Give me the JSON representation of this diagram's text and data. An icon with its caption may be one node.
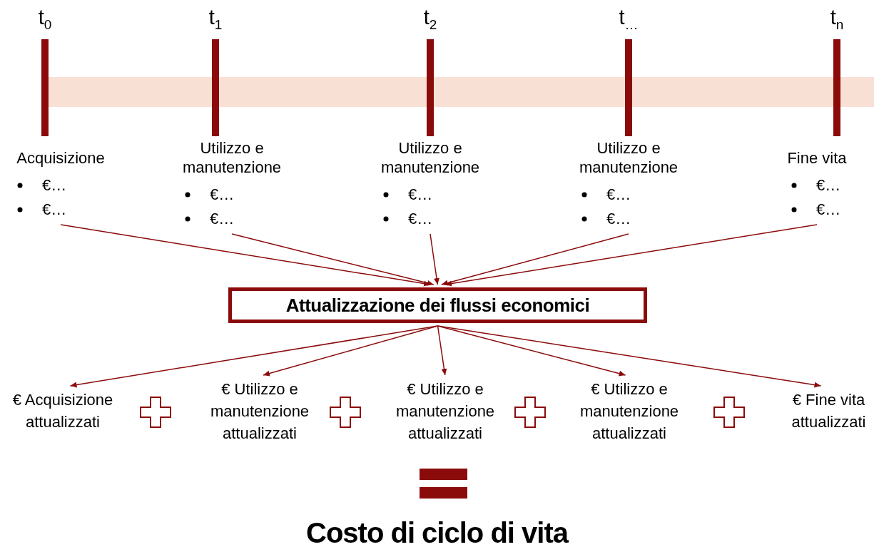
{
  "diagram": {
    "caption": "Costo di ciclo di vita",
    "nodes": [
      {
        "text": [
          "Acquisizione",
          "€…",
          "€…"
        ]
      },
      {
        "text": [
          "Utilizzo e manutenzione",
          "€…",
          "€…"
        ]
      },
      {
        "text": [
          "Utilizzo e manutenzione",
          "€…",
          "€…"
        ]
      },
      {
        "text": [
          "Utilizzo e manutenzione",
          "€…",
          "€…"
        ]
      },
      {
        "text": [
          "Fine vita",
          "€…",
          "€…"
        ]
      },
      {
        "text": [
          "Attualizzazione dei flussi economici"
        ]
      },
      {
        "text": [
          "€ Acquisizione attualizzati"
        ]
      },
      {
        "text": [
          "€ Utilizzo e manutenzione attualizzati"
        ]
      },
      {
        "text": [
          "€ Utilizzo e manutenzione attualizzati"
        ]
      },
      {
        "text": [
          "€ Utilizzo e manutenzione attualizzati"
        ]
      },
      {
        "text": [
          "€ Fine vita attualizzati"
        ]
      }
    ],
    "edges": [
      {
        "from": 0,
        "to": 5,
        "arrow": "to"
      },
      {
        "from": 1,
        "to": 5,
        "arrow": "to"
      },
      {
        "from": 2,
        "to": 5,
        "arrow": "to"
      },
      {
        "from": 3,
        "to": 5,
        "arrow": "to"
      },
      {
        "from": 4,
        "to": 5,
        "arrow": "to"
      },
      {
        "from": 5,
        "to": 6,
        "arrow": "to"
      },
      {
        "from": 5,
        "to": 7,
        "arrow": "to"
      },
      {
        "from": 5,
        "to": 8,
        "arrow": "to"
      },
      {
        "from": 5,
        "to": 9,
        "arrow": "to"
      },
      {
        "from": 5,
        "to": 10,
        "arrow": "to"
      }
    ],
    "labels": [
      "t$_{0}$",
      "t$_{1}$",
      "t$_{2}$",
      "t$_{…}$",
      "t$_{n}$"
    ]
  }
}
